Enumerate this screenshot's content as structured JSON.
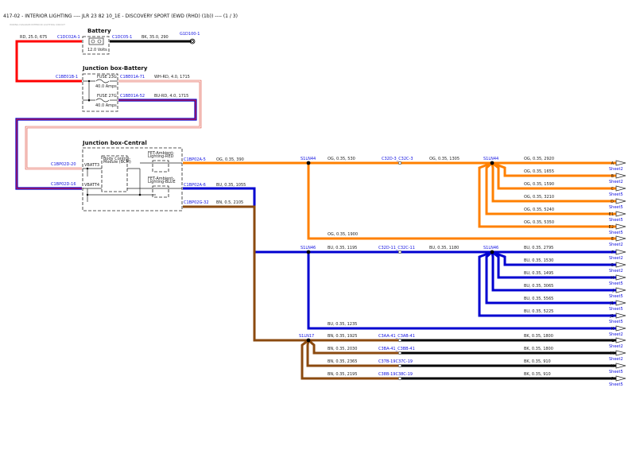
{
  "title": "417-02 - INTERIOR LIGHTING ---- JLR 23 82 10_1E - DISCOVERY SPORT (EWD (RHD) (1b)) ---- (1 / 3)",
  "subtitle": "WIRING DIAGRAM INTERIOR LIGHTING CIRCUIT",
  "colors": {
    "red": "#ff0000",
    "black": "#000000",
    "orange": "#ff8000",
    "blue": "#0000d0",
    "brown": "#8b4a0f",
    "connector": "#1010e0"
  },
  "battery": {
    "label": "Battery",
    "voltage": "12.0 Volts",
    "in_wire": "RD, 25.0, 675",
    "in_connector": "C1DC02A-1",
    "out_connector": "C1DC05-1",
    "out_wire": "BK, 35.0, 290",
    "ground": "G1D100-1"
  },
  "jbox_battery": {
    "label": "Junction box-Battery",
    "in_connector": "C1BE01B-1",
    "fuses": [
      {
        "name": "FUSE 23G",
        "rating": "40.0 Amps",
        "connector": "C1BE01A-71",
        "wire": "WH-RD, 4.0, 1715"
      },
      {
        "name": "FUSE 27G",
        "rating": "40.0 Amps",
        "connector": "C1BE01A-52",
        "wire": "BU-RD, 4.0, 1715"
      }
    ]
  },
  "jbox_central": {
    "label": "Junction box-Central",
    "inputs": [
      {
        "connector": "C1BP02D-20",
        "pin": "VBATT3"
      },
      {
        "connector": "C1BP02D-16",
        "pin": "VBATT4"
      }
    ],
    "bcm": "Body Control-Module (BCM)",
    "fet_red": "FET-Ambient-Lighting-RED",
    "fet_blue": "FET-Ambient-Lighting-BLUE",
    "outputs": [
      {
        "connector": "C1BP02A-5",
        "wire": "OG, 0.35, 390"
      },
      {
        "connector": "C1BP02A-6",
        "wire": "BU, 0.35, 1055"
      },
      {
        "connector": "C1BP02G-32",
        "wire": "BN, 0.5, 2105"
      }
    ]
  },
  "orange": {
    "splice": "S1LN44",
    "wire1": "OG, 0.35, 530",
    "inline": "C32D-3_C32C-3",
    "wire2": "OG, 0.35, 1305",
    "splice2": "S1LN44",
    "branches": [
      {
        "wire": "OG, 0.35, 2920",
        "pin": "A",
        "sheet": "Sheet2"
      },
      {
        "wire": "OG, 0.35, 1655",
        "pin": "B",
        "sheet": "Sheet2"
      },
      {
        "wire": "OG, 0.35, 1590",
        "pin": "C",
        "sheet": "Sheet5"
      },
      {
        "wire": "OG, 0.35, 3210",
        "pin": "D",
        "sheet": "Sheet5"
      },
      {
        "wire": "OG, 0.35, 5240",
        "pin": "E1",
        "sheet": "Sheet5"
      },
      {
        "wire": "OG, 0.35, 5350",
        "pin": "E2",
        "sheet": "Sheet5"
      }
    ],
    "direct": {
      "wire": "OG, 0.35, 1900",
      "pin": "E",
      "sheet": "Sheet2"
    }
  },
  "blue": {
    "splice": "S1LN46",
    "wire1": "BU, 0.35, 1195",
    "inline": "C32D-11_C32C-11",
    "wire2": "BU, 0.35, 1180",
    "splice2": "S1LN46",
    "branches": [
      {
        "wire": "BU, 0.35, 2795",
        "pin": "F",
        "sheet": "Sheet2"
      },
      {
        "wire": "BU, 0.35, 1530",
        "pin": "G",
        "sheet": "Sheet2"
      },
      {
        "wire": "BU, 0.35, 1495",
        "pin": "H",
        "sheet": "Sheet5"
      },
      {
        "wire": "BU, 0.35, 3065",
        "pin": "J",
        "sheet": "Sheet5"
      },
      {
        "wire": "BU, 0.35, 5565",
        "pin": "J1",
        "sheet": "Sheet5"
      },
      {
        "wire": "BU, 0.35, 5225",
        "pin": "J2",
        "sheet": "Sheet5"
      }
    ],
    "direct": {
      "wire": "BU, 0.35, 1235",
      "pin": "K",
      "sheet": "Sheet2"
    }
  },
  "brown": {
    "splice": "S1LN17",
    "branches": [
      {
        "wire": "BN, 0.35, 1925",
        "inline": "C3AA-41_C3AB-41",
        "out_wire": "BK, 0.35, 1800",
        "pin": "L",
        "sheet": "Sheet2"
      },
      {
        "wire": "BN, 0.35, 2030",
        "inline": "C3BA-41_C3BB-41",
        "out_wire": "BK, 0.35, 1800",
        "pin": "M",
        "sheet": "Sheet2"
      },
      {
        "wire": "BN, 0.35, 2365",
        "inline": "C37B-19C37C-19",
        "out_wire": "BK, 0.35, 910",
        "pin": "N",
        "sheet": "Sheet5"
      },
      {
        "wire": "BN, 0.35, 2195",
        "inline": "C38B-19C38C-19",
        "out_wire": "BK, 0.35, 910",
        "pin": "P",
        "sheet": "Sheet5"
      }
    ]
  }
}
